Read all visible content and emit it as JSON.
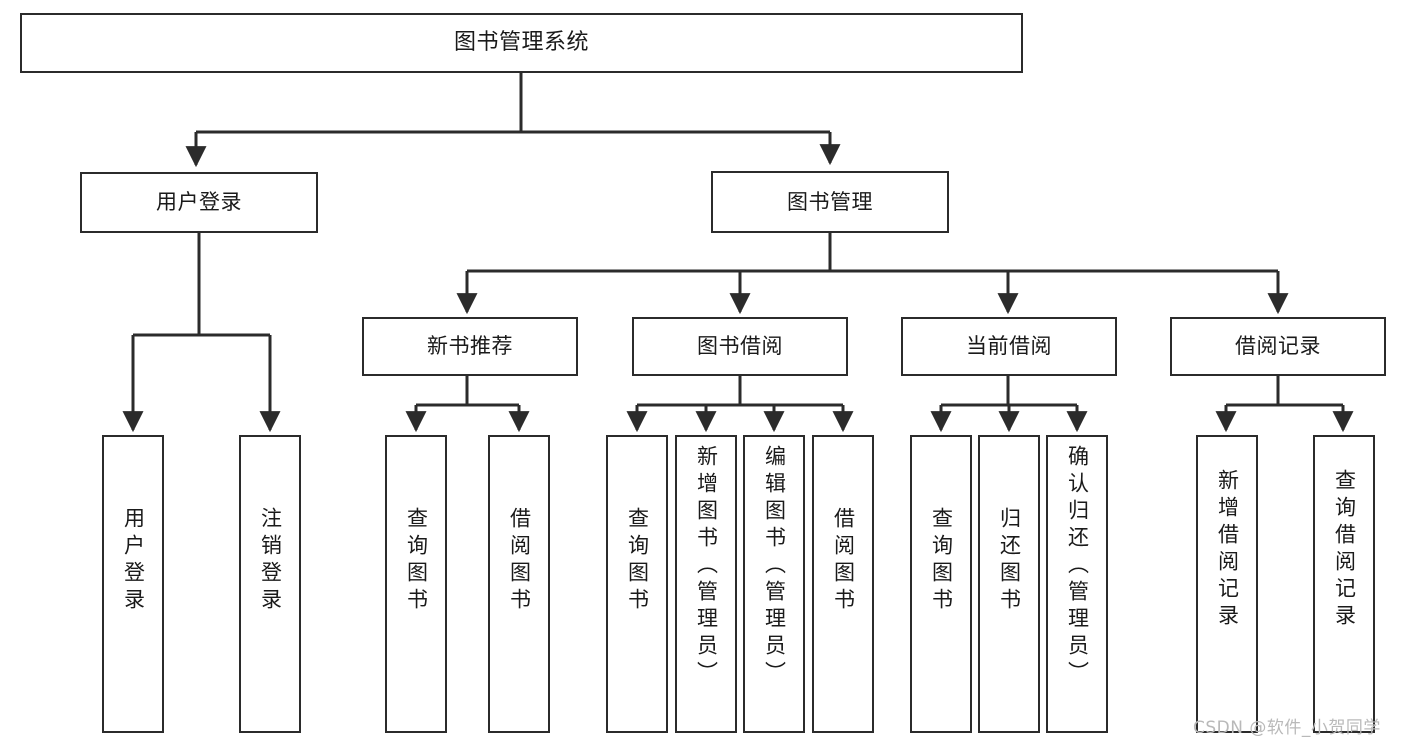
{
  "diagram": {
    "title": "图书管理系统",
    "watermark": "CSDN @软件_小贺同学",
    "colors": {
      "stroke": "#2b2b2b",
      "box_fill": "#ffffff",
      "text": "#1a1a1a",
      "background": "#ffffff",
      "watermark": "#b9b9b9"
    },
    "nodes": {
      "root": {
        "label": "图书管理系统",
        "level": 0
      },
      "user_login": {
        "label": "用户登录",
        "level": 1
      },
      "book_manage": {
        "label": "图书管理",
        "level": 1
      },
      "new_book_rec": {
        "label": "新书推荐",
        "level": 2
      },
      "book_borrow": {
        "label": "图书借阅",
        "level": 2
      },
      "current_borrow": {
        "label": "当前借阅",
        "level": 2
      },
      "borrow_record": {
        "label": "借阅记录",
        "level": 2
      },
      "leaf_user_login": {
        "label": "用户登录",
        "level": 2
      },
      "leaf_logout": {
        "label": "注销登录",
        "level": 2
      },
      "leaf_query_book_1": {
        "label": "查询图书",
        "level": 3
      },
      "leaf_borrow_book_1": {
        "label": "借阅图书",
        "level": 3
      },
      "leaf_query_book_2": {
        "label": "查询图书",
        "level": 3
      },
      "leaf_add_book": {
        "label": "新增图书（管理员）",
        "level": 3
      },
      "leaf_edit_book": {
        "label": "编辑图书（管理员）",
        "level": 3
      },
      "leaf_borrow_book_2": {
        "label": "借阅图书",
        "level": 3
      },
      "leaf_query_book_3": {
        "label": "查询图书",
        "level": 3
      },
      "leaf_return_book": {
        "label": "归还图书",
        "level": 3
      },
      "leaf_confirm_return": {
        "label": "确认归还（管理员）",
        "level": 3
      },
      "leaf_add_record": {
        "label": "新增借阅记录",
        "level": 3
      },
      "leaf_query_record": {
        "label": "查询借阅记录",
        "level": 3
      }
    },
    "edges": [
      {
        "from": "root",
        "to": "user_login"
      },
      {
        "from": "root",
        "to": "book_manage"
      },
      {
        "from": "user_login",
        "to": "leaf_user_login"
      },
      {
        "from": "user_login",
        "to": "leaf_logout"
      },
      {
        "from": "book_manage",
        "to": "new_book_rec"
      },
      {
        "from": "book_manage",
        "to": "book_borrow"
      },
      {
        "from": "book_manage",
        "to": "current_borrow"
      },
      {
        "from": "book_manage",
        "to": "borrow_record"
      },
      {
        "from": "new_book_rec",
        "to": "leaf_query_book_1"
      },
      {
        "from": "new_book_rec",
        "to": "leaf_borrow_book_1"
      },
      {
        "from": "book_borrow",
        "to": "leaf_query_book_2"
      },
      {
        "from": "book_borrow",
        "to": "leaf_add_book"
      },
      {
        "from": "book_borrow",
        "to": "leaf_edit_book"
      },
      {
        "from": "book_borrow",
        "to": "leaf_borrow_book_2"
      },
      {
        "from": "current_borrow",
        "to": "leaf_query_book_3"
      },
      {
        "from": "current_borrow",
        "to": "leaf_return_book"
      },
      {
        "from": "current_borrow",
        "to": "leaf_confirm_return"
      },
      {
        "from": "borrow_record",
        "to": "leaf_add_record"
      },
      {
        "from": "borrow_record",
        "to": "leaf_query_record"
      }
    ]
  }
}
